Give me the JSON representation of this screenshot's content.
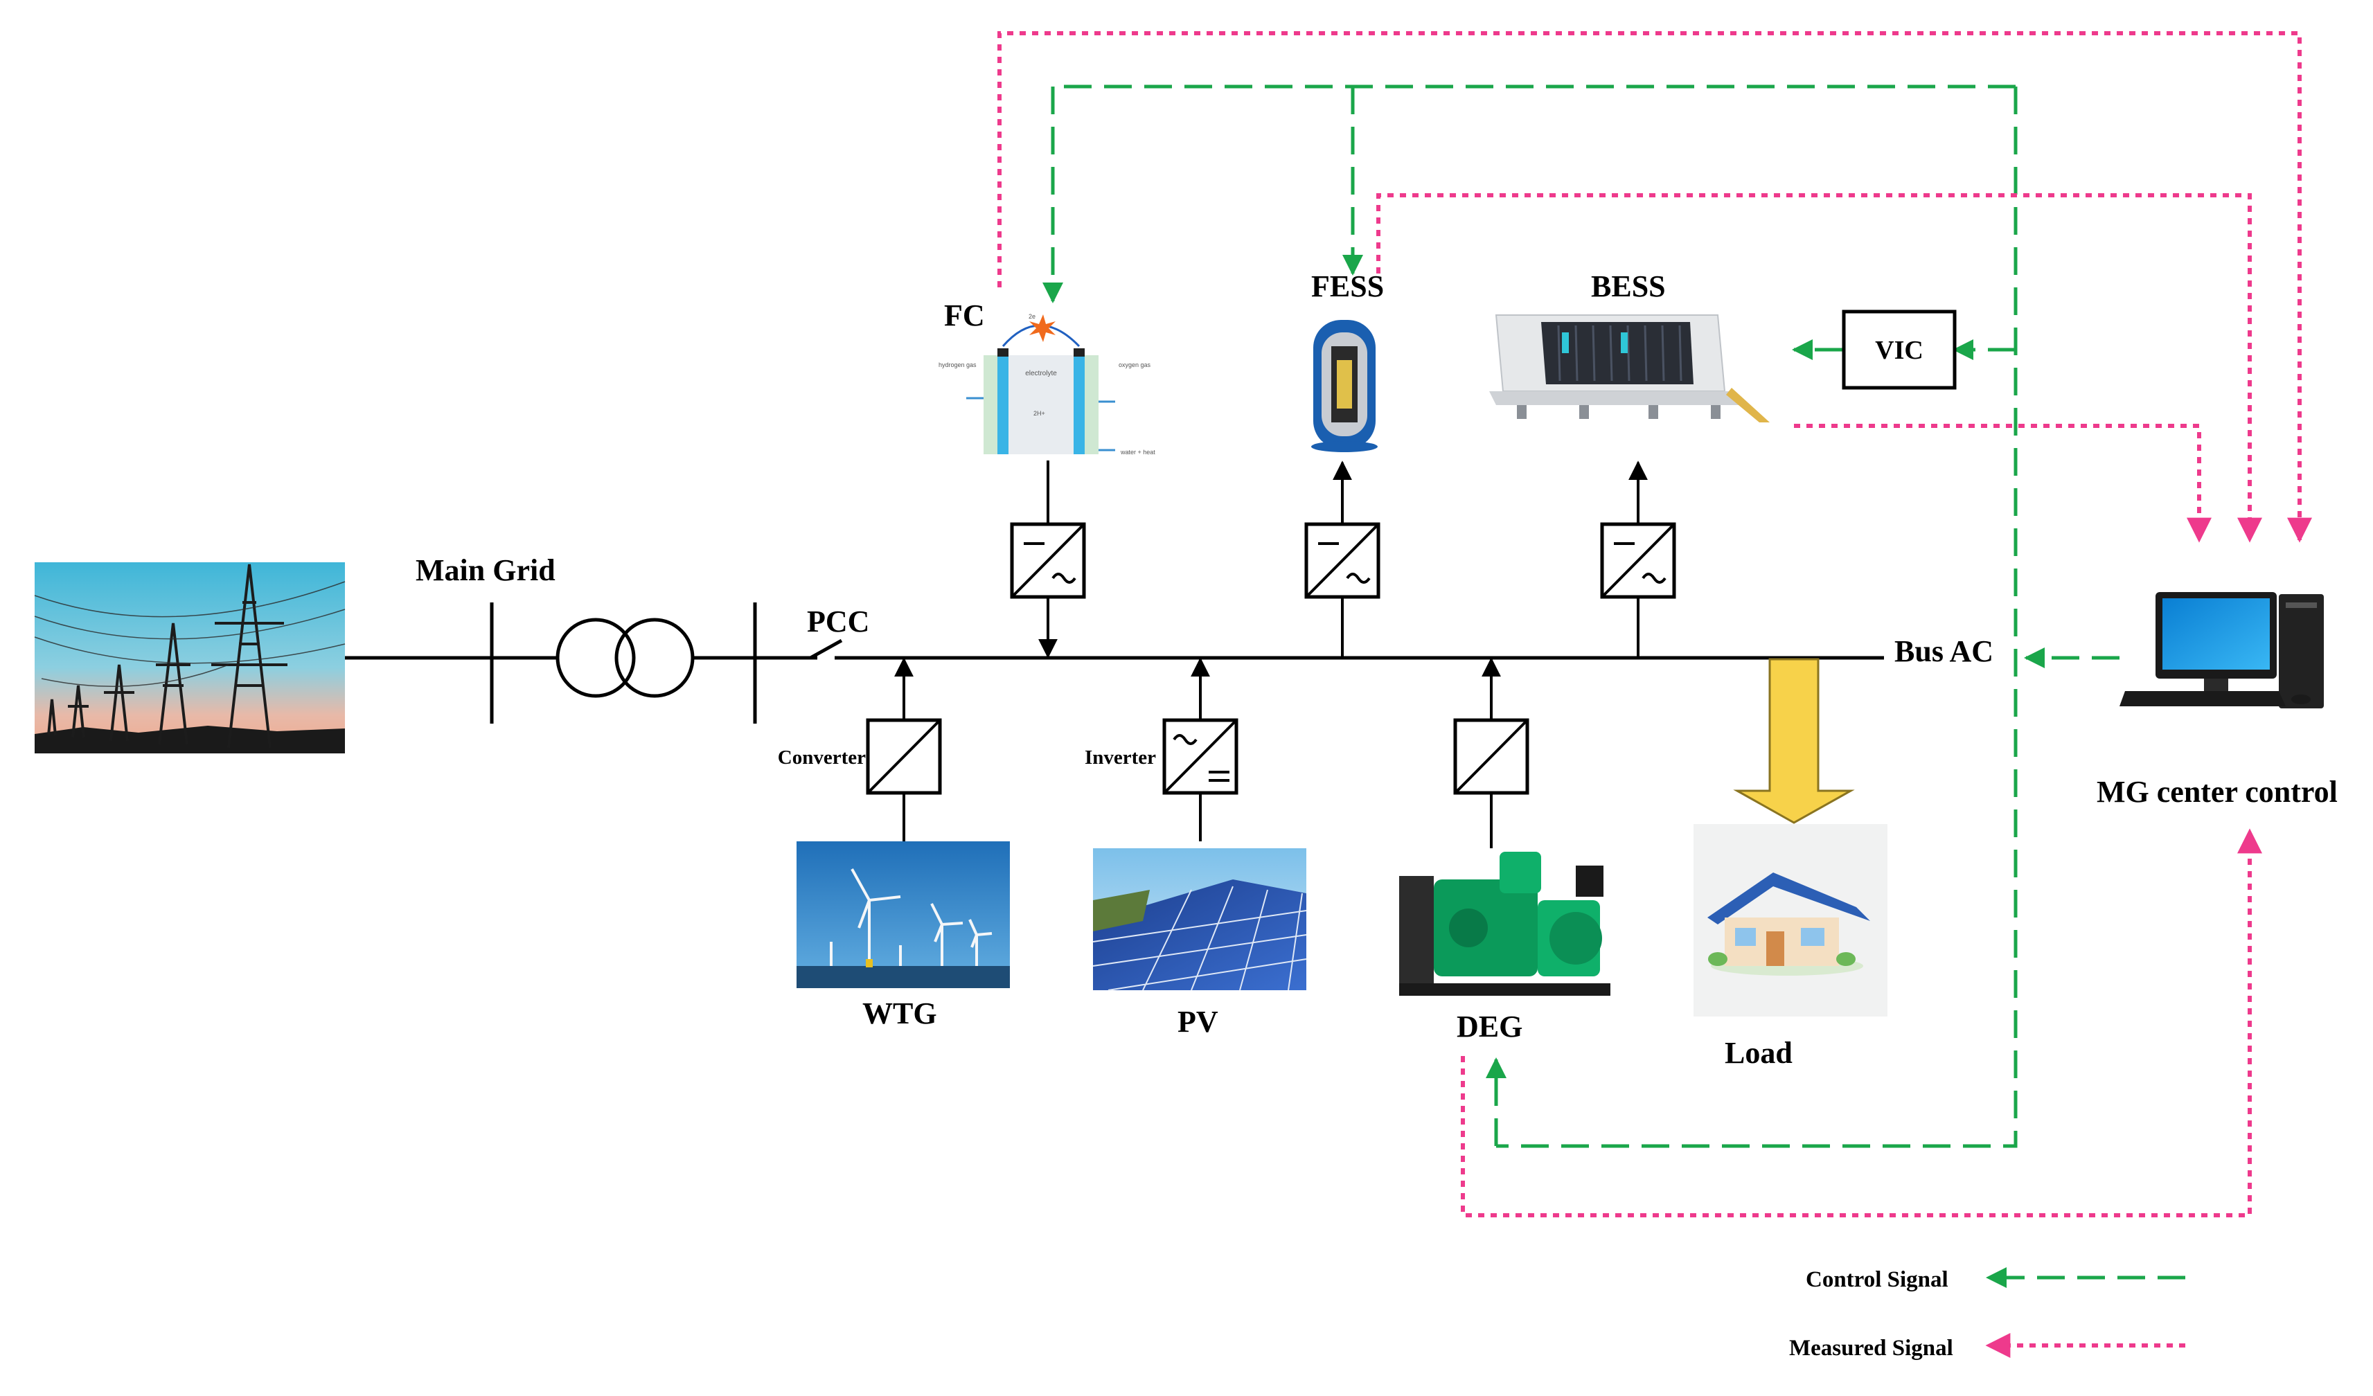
{
  "labels": {
    "main_grid": "Main Grid",
    "pcc": "PCC",
    "bus_ac": "Bus AC",
    "fc": "FC",
    "fess": "FESS",
    "bess": "BESS",
    "vic": "VIC",
    "converter": "Converter",
    "inverter": "Inverter",
    "wtg": "WTG",
    "pv": "PV",
    "deg": "DEG",
    "load": "Load",
    "mg_center_control": "MG center control"
  },
  "fc_cell_text": {
    "electrolyte": "electrolyte",
    "hydrogen_gas": "hydrogen gas",
    "oxygen_gas": "oxygen gas",
    "water_heat": "water + heat",
    "electrons": "2e",
    "ions": "2H+"
  },
  "legend": {
    "control": "Control Signal",
    "measured": "Measured Signal"
  },
  "colors": {
    "control_signal": "#1aa64a",
    "measured_signal": "#ee3a8c",
    "load_arrow": "#f7d24a",
    "line": "#000000"
  },
  "icons": {
    "main_grid": "power-pylon-icon",
    "fc": "fuel-cell-icon",
    "fess": "flywheel-icon",
    "bess": "battery-container-icon",
    "wtg": "wind-turbine-icon",
    "pv": "solar-panel-icon",
    "deg": "diesel-generator-icon",
    "load": "house-icon",
    "mg_center_control": "computer-icon"
  }
}
